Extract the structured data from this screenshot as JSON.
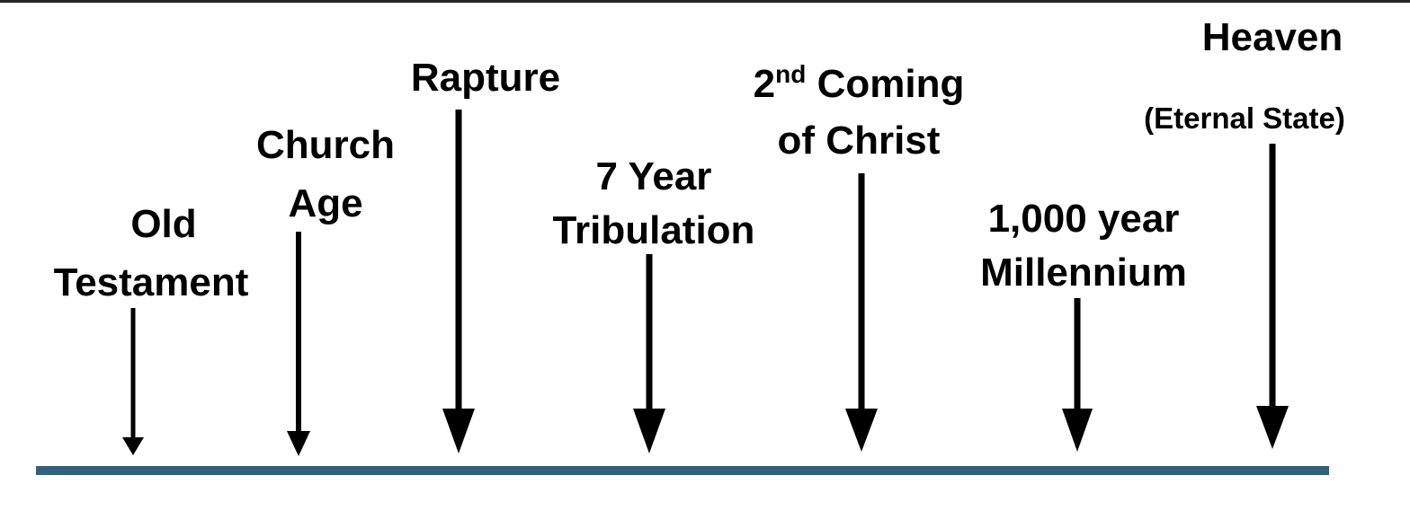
{
  "timeline_color": "#31617f",
  "events": [
    {
      "id": "old-testament",
      "lines": [
        "Old",
        "Testament"
      ]
    },
    {
      "id": "church-age",
      "lines": [
        "Church",
        "Age"
      ]
    },
    {
      "id": "rapture",
      "lines": [
        "Rapture"
      ]
    },
    {
      "id": "tribulation",
      "lines": [
        "7 Year",
        "Tribulation"
      ]
    },
    {
      "id": "second-coming",
      "lines": [
        "2",
        "nd",
        " Coming",
        "of Christ"
      ]
    },
    {
      "id": "millennium",
      "lines": [
        "1,000 year",
        "Millennium"
      ]
    },
    {
      "id": "heaven",
      "lines": [
        "Heaven",
        "(Eternal State)"
      ]
    }
  ]
}
